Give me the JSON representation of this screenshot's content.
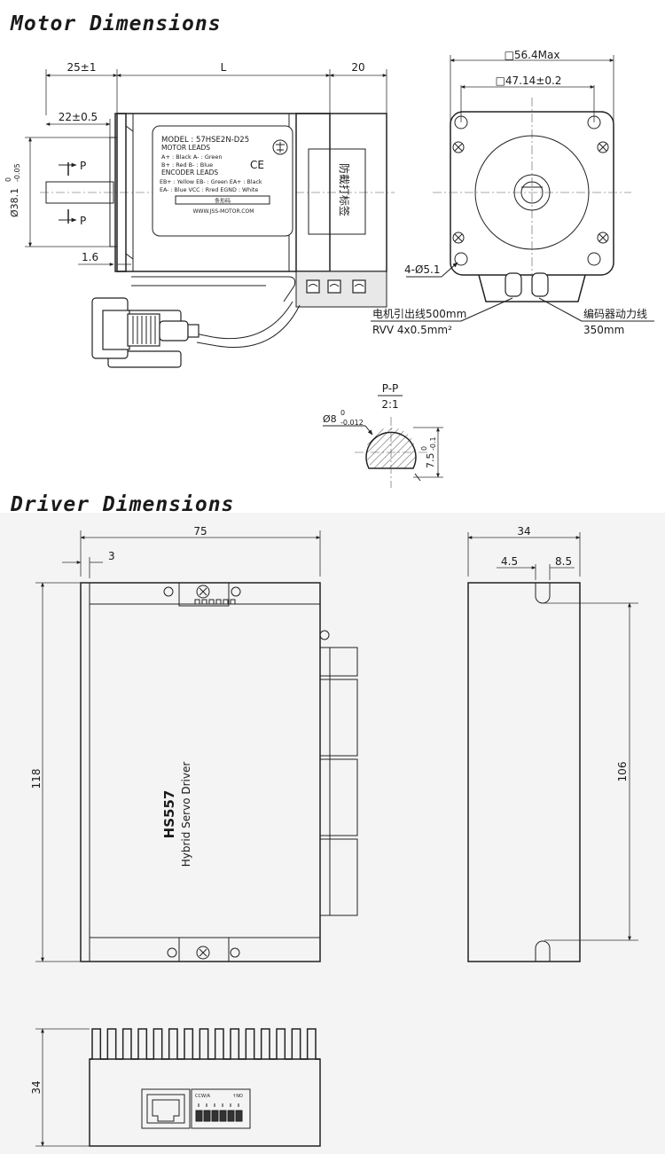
{
  "titles": {
    "motor": "Motor Dimensions",
    "driver": "Driver Dimensions"
  },
  "motor": {
    "dim_flange": "25±1",
    "dim_length": "L",
    "dim_rear": "20",
    "dim_pilot": "22±0.5",
    "dim_shaft_dia": "Ø38.1",
    "dim_shaft_tol_upper": "0",
    "dim_shaft_tol_lower": "-0.05",
    "dim_flange_thk": "1.6",
    "section_marker": "P",
    "dim_square_max": "□56.4Max",
    "dim_bolt_spacing": "□47.14±0.2",
    "dim_holes": "4-Ø5.1",
    "label_lines": [
      "MODEL : 57HSE2N-D25",
      "MOTOR  LEADS",
      "A+ :  Black      A- :  Green",
      "B+ :  Red          B- :  Blue",
      "ENCODER  LEADS",
      "EB+ : Yellow    EB- : Green   EA+ : Black",
      "EA- :  Blue      VCC : Rred  EGND : White"
    ],
    "barcode_text": "条形码",
    "website": "WWW.JSS-MOTOR.COM",
    "ce_mark": "CE",
    "antifake_label": "防截打标签",
    "lead_note_1": "电机引出线500mm",
    "lead_note_2": "RVV 4x0.5mm²",
    "encoder_note_1": "编码器动力线",
    "encoder_note_2": "350mm",
    "section_title": "P-P",
    "section_scale": "2:1",
    "section_dia": "Ø8",
    "section_dia_tol_upper": "0",
    "section_dia_tol_lower": "-0.012",
    "section_flat": "7.5",
    "section_flat_tol_upper": "0",
    "section_flat_tol_lower": "-0.1"
  },
  "driver": {
    "dim_width": "75",
    "dim_edge": "3",
    "dim_height": "118",
    "dim_side_width": "34",
    "dim_slot_left": "4.5",
    "dim_slot_right": "8.5",
    "dim_slot_spacing": "106",
    "dim_bottom_height": "34",
    "model": "HS557",
    "product_name": "Hybrid Servo Driver",
    "dip_left_label": "CCW/A",
    "dip_right_label": "↑NO"
  }
}
